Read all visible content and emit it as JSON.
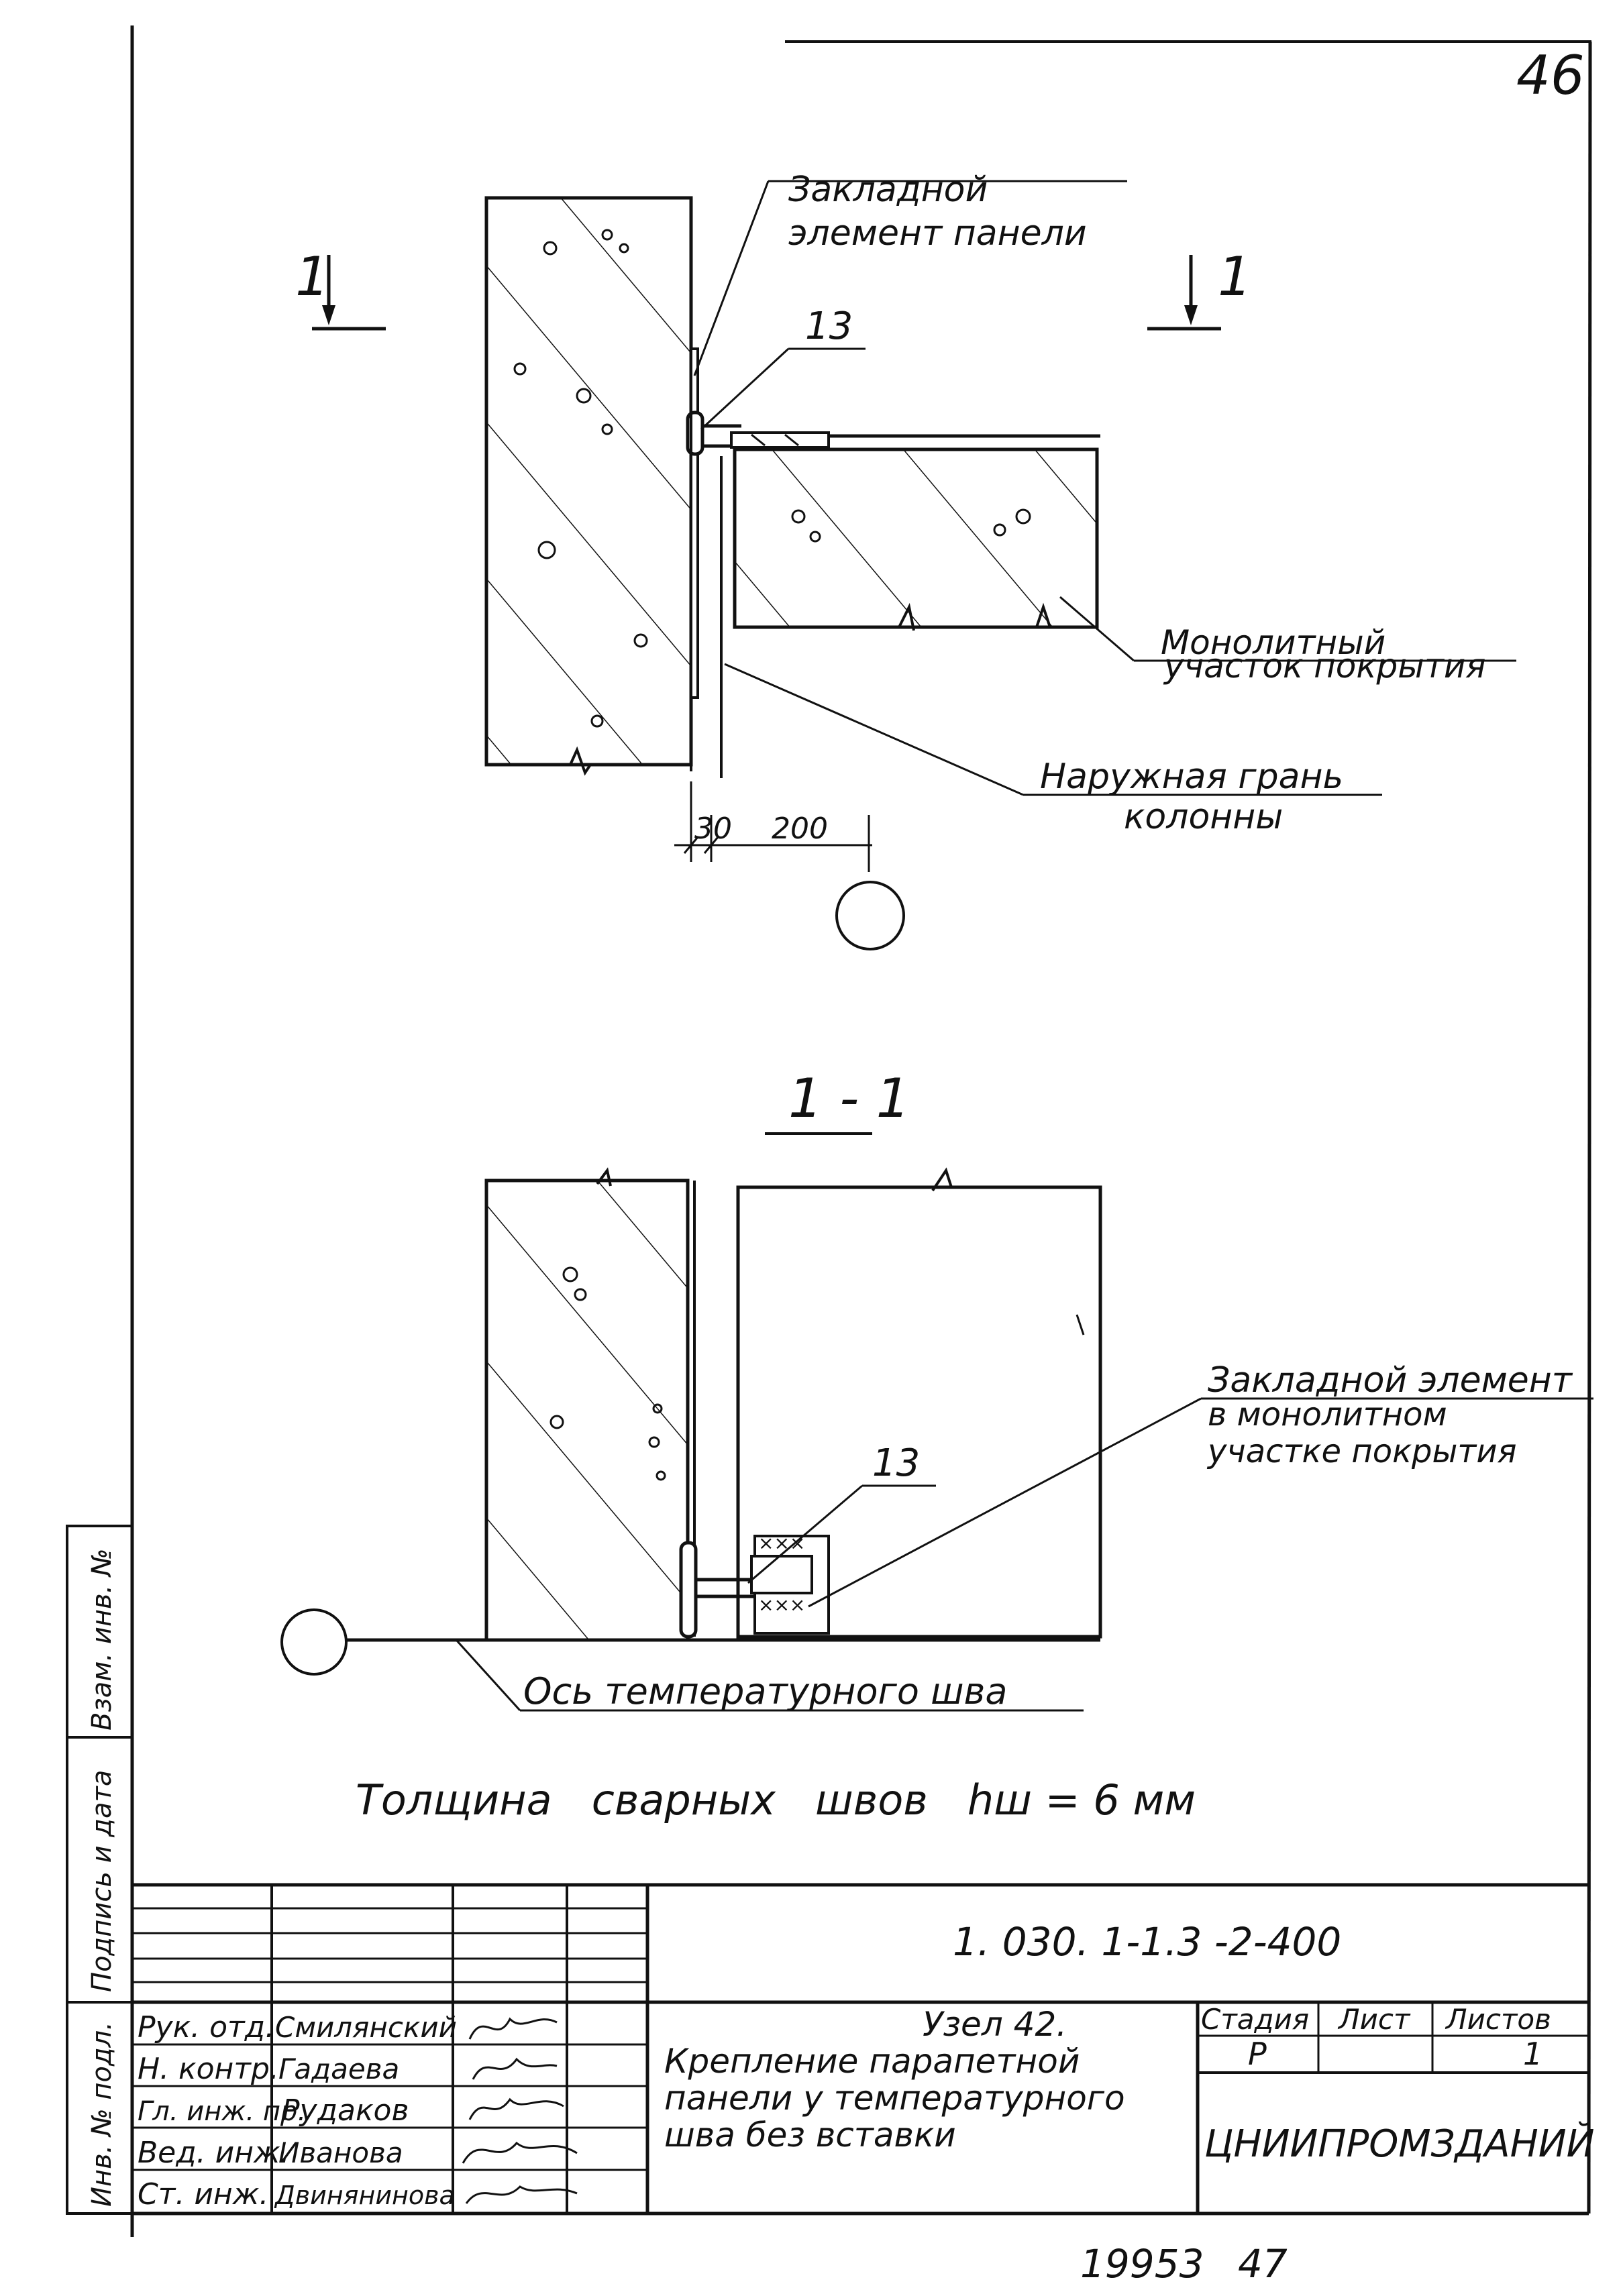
{
  "sheet": {
    "page_number": "46",
    "bottom_numbers": {
      "inventory": "19953",
      "page": "47"
    }
  },
  "section_marks": {
    "left": "1",
    "right": "1",
    "section_title": "1 - 1"
  },
  "plan_view": {
    "callout_embedded_panel": [
      "Закладной",
      "элемент панели"
    ],
    "callout_item_13": "13",
    "callout_monolithic": [
      "Монолитный",
      "участок покрытия"
    ],
    "callout_outer_face": [
      "Наружная грань",
      "колонны"
    ],
    "dim_30": "30",
    "dim_200": "200"
  },
  "section_view": {
    "callout_item_13": "13",
    "callout_embedded_monolith": [
      "Закладной элемент",
      "в монолитном",
      "участке покрытия"
    ],
    "callout_axis": "Ось температурного шва"
  },
  "weld_note": "Толщина   сварных   швов   hш = 6 мм",
  "side_stamp": [
    "Инв. № подл.",
    "Подпись и дата",
    "Взам. инв. №"
  ],
  "title_block": {
    "code": "1. 030. 1-1.3 -2-400",
    "roles": [
      "Рук. отд.",
      "Н. контр.",
      "Гл. инж. пр.",
      "Вед. инж.",
      "Ст. инж."
    ],
    "names": [
      "Смилянский",
      "Гадаева",
      "Рудаков",
      "Иванова",
      "Двинянинова"
    ],
    "title": [
      "Узел 42.",
      "Крепление парапетной",
      "панели у температурного",
      "шва без вставки"
    ],
    "headers": [
      "Стадия",
      "Лист",
      "Листов"
    ],
    "stage": "Р",
    "sheets": "1",
    "organization": "ЦНИИПРОМЗДАНИЙ"
  }
}
